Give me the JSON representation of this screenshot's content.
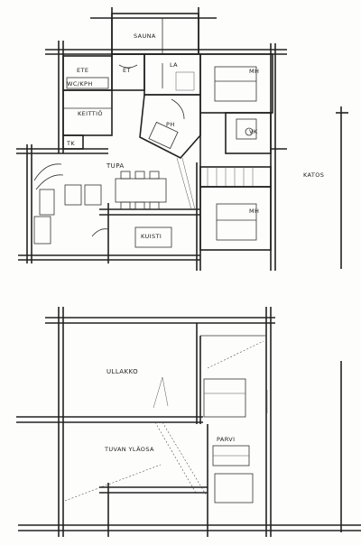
{
  "labels": {
    "sauna": "SAUNA",
    "eteinen": "ETE",
    "et": "ET",
    "wc_kph": "WC/KPH",
    "keittio": "KEITTIÖ",
    "tupa": "TUPA",
    "kuisti": "KUISTI",
    "katos": "KATOS",
    "mh_top": "MH",
    "mh_bottom": "MH",
    "ph": "PH",
    "la": "LA",
    "tk": "TK",
    "vk": "VK",
    "ullakko": "ULLAKKO",
    "tuvan_ylaosa": "TUVAN YLÄOSA",
    "parvi": "PARVI"
  }
}
